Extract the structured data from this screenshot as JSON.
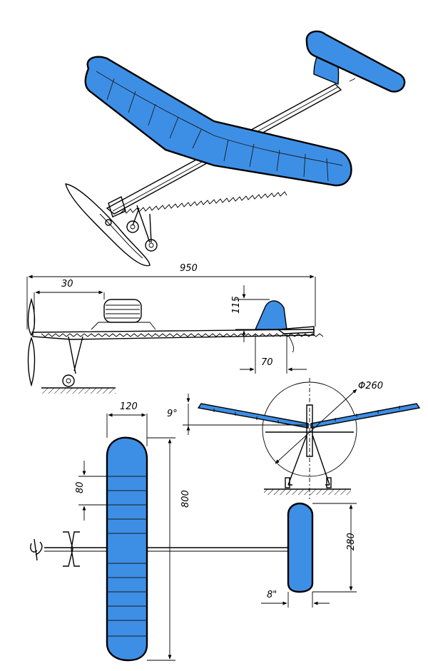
{
  "colors": {
    "covering": "#3d8fe6",
    "ink": "#000000",
    "background": "#ffffff"
  },
  "dimensions": {
    "length": "950",
    "nose": "30",
    "fin_height": "115",
    "fin_chord": "70",
    "wing_chord": "120",
    "rib_spacing": "80",
    "wingspan": "800",
    "dihedral": "9°",
    "prop_diameter": "Φ260",
    "stab_span": "280",
    "stab_chord": "8\""
  }
}
